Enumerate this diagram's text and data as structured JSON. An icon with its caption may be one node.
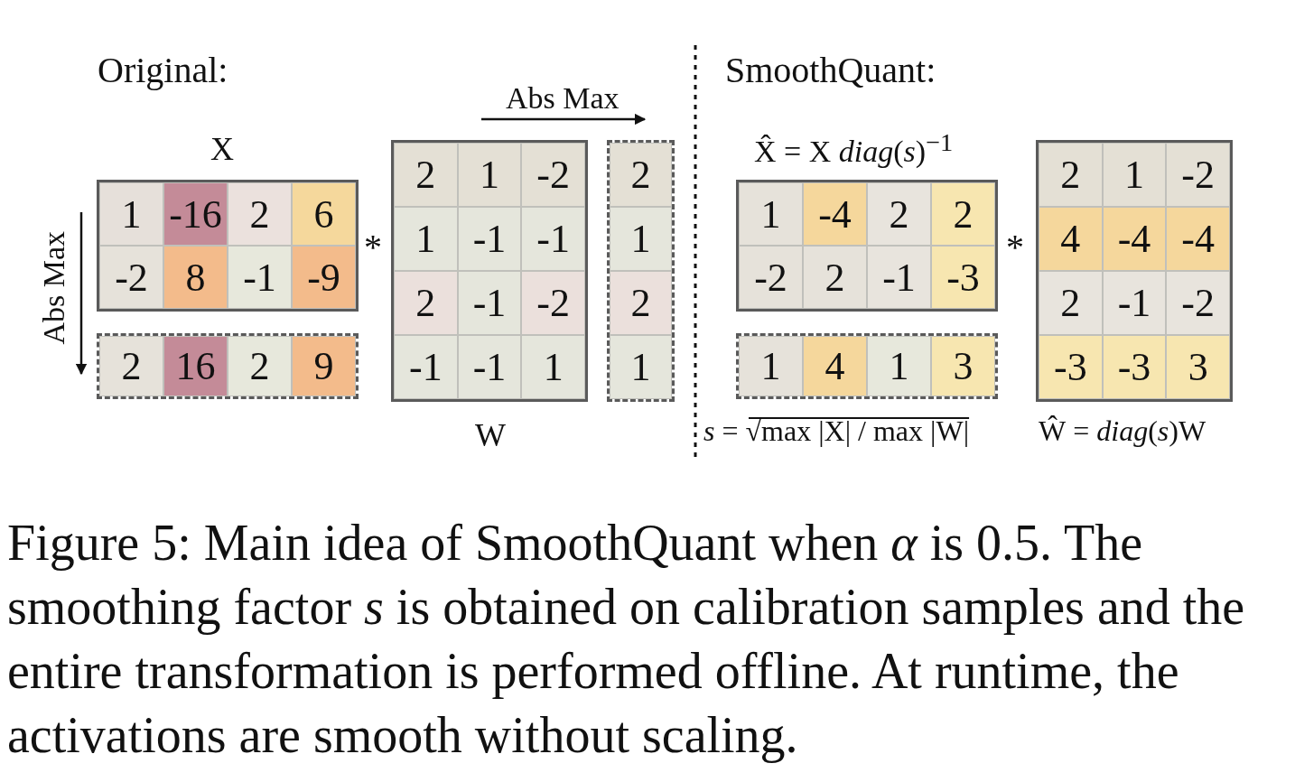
{
  "diagram": {
    "caption": "Figure 5: Main idea of SmoothQuant when *α* is 0.5. The smoothing factor *s* is obtained on calibration samples and the entire transformation is performed offline. At runtime, the activations are smooth without scaling.",
    "nodes": [
      {
        "text": [],
        "shape": "box"
      },
      {
        "text": [
          "1"
        ],
        "in": 0
      },
      {
        "text": [
          "-16"
        ],
        "in": 0
      },
      {
        "text": [
          "2"
        ],
        "in": 0
      },
      {
        "text": [
          "6"
        ],
        "in": 0
      },
      {
        "text": [
          "-2"
        ],
        "in": 0
      },
      {
        "text": [
          "8"
        ],
        "in": 0
      },
      {
        "text": [
          "-1"
        ],
        "in": 0
      },
      {
        "text": [
          "-9"
        ],
        "in": 0
      },
      {
        "text": [],
        "shape": "box"
      },
      {
        "text": [
          "2"
        ],
        "in": 9
      },
      {
        "text": [
          "16"
        ],
        "in": 9
      },
      {
        "text": [
          "2"
        ],
        "in": 9
      },
      {
        "text": [
          "9"
        ],
        "in": 9
      },
      {
        "text": [],
        "shape": "box"
      },
      {
        "text": [
          "2"
        ],
        "in": 14
      },
      {
        "text": [
          "1"
        ],
        "in": 14
      },
      {
        "text": [
          "-2"
        ],
        "in": 14
      },
      {
        "text": [
          "1"
        ],
        "in": 14
      },
      {
        "text": [
          "-1"
        ],
        "in": 14
      },
      {
        "text": [
          "-1"
        ],
        "in": 14
      },
      {
        "text": [
          "2"
        ],
        "in": 14
      },
      {
        "text": [
          "-1"
        ],
        "in": 14
      },
      {
        "text": [
          "-2"
        ],
        "in": 14
      },
      {
        "text": [
          "-1"
        ],
        "in": 14
      },
      {
        "text": [
          "-1"
        ],
        "in": 14
      },
      {
        "text": [
          "1"
        ],
        "in": 14
      },
      {
        "text": [],
        "shape": "box"
      },
      {
        "text": [
          "2"
        ],
        "in": 27
      },
      {
        "text": [
          "1"
        ],
        "in": 27
      },
      {
        "text": [
          "2"
        ],
        "in": 27
      },
      {
        "text": [
          "1"
        ],
        "in": 27
      },
      {
        "text": [],
        "shape": "box"
      },
      {
        "text": [
          "1"
        ],
        "in": 32
      },
      {
        "text": [
          "-4"
        ],
        "in": 32
      },
      {
        "text": [
          "2"
        ],
        "in": 32
      },
      {
        "text": [
          "2"
        ],
        "in": 32
      },
      {
        "text": [
          "-2"
        ],
        "in": 32
      },
      {
        "text": [
          "2"
        ],
        "in": 32
      },
      {
        "text": [
          "-1"
        ],
        "in": 32
      },
      {
        "text": [
          "-3"
        ],
        "in": 32
      },
      {
        "text": [],
        "shape": "box"
      },
      {
        "text": [
          "1"
        ],
        "in": 41
      },
      {
        "text": [
          "4"
        ],
        "in": 41
      },
      {
        "text": [
          "1"
        ],
        "in": 41
      },
      {
        "text": [
          "3"
        ],
        "in": 41
      },
      {
        "text": [],
        "shape": "box"
      },
      {
        "text": [
          "2"
        ],
        "in": 46
      },
      {
        "text": [
          "1"
        ],
        "in": 46
      },
      {
        "text": [
          "-2"
        ],
        "in": 46
      },
      {
        "text": [
          "4"
        ],
        "in": 46
      },
      {
        "text": [
          "-4"
        ],
        "in": 46
      },
      {
        "text": [
          "-4"
        ],
        "in": 46
      },
      {
        "text": [
          "2"
        ],
        "in": 46
      },
      {
        "text": [
          "-1"
        ],
        "in": 46
      },
      {
        "text": [
          "-2"
        ],
        "in": 46
      },
      {
        "text": [
          "-3"
        ],
        "in": 46
      },
      {
        "text": [
          "-3"
        ],
        "in": 46
      },
      {
        "text": [
          "3"
        ],
        "in": 46
      }
    ],
    "labels": [
      "Original:",
      "SmoothQuant:",
      "Abs Max",
      "X",
      "X̂ = X *diag*(*s*)$^{−1}$",
      "Abs Max",
      "*",
      "*",
      "W",
      "*s* = √max |X| / max |W|",
      "Ŵ = *diag*(*s*)W"
    ]
  }
}
